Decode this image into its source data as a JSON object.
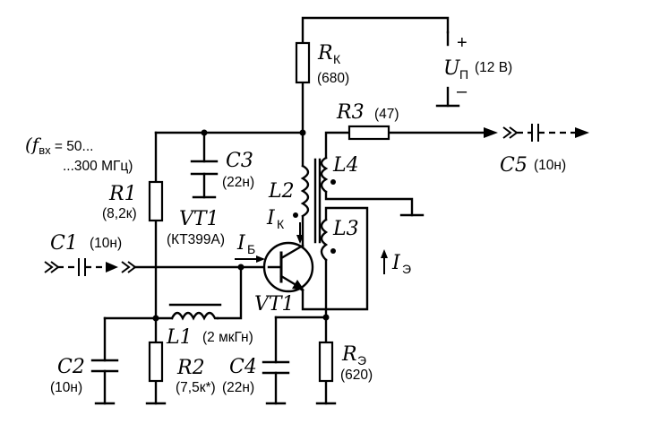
{
  "input_note": {
    "line1": "(f",
    "line1_sub": "вх",
    "line1_rest": " = 50...",
    "line2": "...300 МГц)"
  },
  "components": {
    "R1": {
      "name": "R1",
      "value": "(8,2к)"
    },
    "R2": {
      "name": "R2",
      "value": "(7,5к*)"
    },
    "R3": {
      "name": "R3",
      "value": "(47)"
    },
    "RK": {
      "name": "R",
      "sub": "К",
      "value": "(680)"
    },
    "RE": {
      "name": "R",
      "sub": "Э",
      "value": "(620)"
    },
    "C1": {
      "name": "C1",
      "value": "(10н)"
    },
    "C2": {
      "name": "C2",
      "value": "(10н)"
    },
    "C3": {
      "name": "C3",
      "value": "(22н)"
    },
    "C4": {
      "name": "C4",
      "value": "(22н)"
    },
    "C5": {
      "name": "C5",
      "value": "(10н)"
    },
    "L1": {
      "name": "L1",
      "value": "(2 мкГн)"
    },
    "L2": {
      "name": "L2"
    },
    "L3": {
      "name": "L3"
    },
    "L4": {
      "name": "L4"
    },
    "VT1": {
      "name": "VT1",
      "model": "(КТ399А)"
    }
  },
  "supply": {
    "name": "U",
    "sub": "П",
    "value": "(12 В)",
    "plus": "+",
    "minus": "–"
  },
  "currents": {
    "IK": {
      "name": "I",
      "sub": "К"
    },
    "IB": {
      "name": "I",
      "sub": "Б"
    },
    "IE": {
      "name": "I",
      "sub": "Э"
    }
  }
}
